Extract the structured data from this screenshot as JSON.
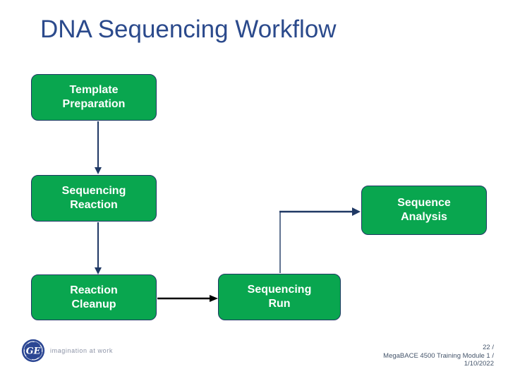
{
  "theme": {
    "background": "#FFFFFF",
    "title_color": "#2B4A8C",
    "box_fill": "#09A64F",
    "box_border": "#1F3864",
    "box_text": "#FFFFFF",
    "connector_navy": "#1F3864",
    "connector_black": "#000000",
    "footer_color": "#44546A",
    "logo_blue": "#2B4693",
    "tagline_color": "#8C93A6"
  },
  "slide": {
    "title": "DNA Sequencing Workflow"
  },
  "diagram": {
    "boxes": [
      {
        "id": "template-preparation",
        "lines": [
          "Template",
          "Preparation"
        ]
      },
      {
        "id": "sequencing-reaction",
        "lines": [
          "Sequencing",
          "Reaction"
        ]
      },
      {
        "id": "reaction-cleanup",
        "lines": [
          "Reaction",
          "Cleanup"
        ]
      },
      {
        "id": "sequencing-run",
        "lines": [
          "Sequencing",
          "Run"
        ]
      },
      {
        "id": "sequence-analysis",
        "lines": [
          "Sequence",
          "Analysis"
        ]
      }
    ],
    "connectors": [
      {
        "id": "template-to-sequencing-reaction",
        "style": "navy",
        "direction": "down"
      },
      {
        "id": "sequencing-reaction-to-cleanup",
        "style": "navy",
        "direction": "down"
      },
      {
        "id": "cleanup-to-sequencing-run",
        "style": "black",
        "direction": "right"
      },
      {
        "id": "sequencing-run-to-analysis",
        "style": "navy",
        "direction": "up-right"
      }
    ]
  },
  "footer": {
    "logo_monogram": "GE",
    "tagline": "imagination at work",
    "page_info_lines": [
      "22 /",
      "MegaBACE 4500 Training Module 1 /",
      "1/10/2022"
    ]
  }
}
